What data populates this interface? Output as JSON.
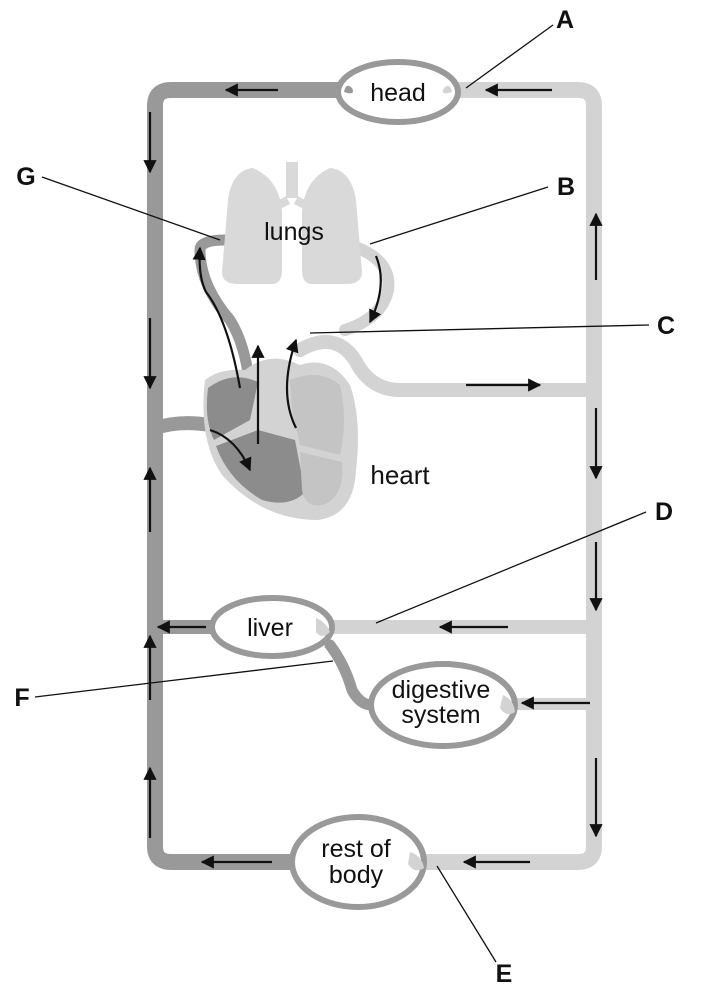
{
  "organs": {
    "head": "head",
    "lungs": "lungs",
    "heart": "heart",
    "liver": "liver",
    "digestive_line1": "digestive",
    "digestive_line2": "system",
    "rest_line1": "rest of",
    "rest_line2": "body"
  },
  "letters": {
    "A": "A",
    "B": "B",
    "C": "C",
    "D": "D",
    "E": "E",
    "F": "F",
    "G": "G"
  },
  "colors": {
    "oxygenated": "#d3d3d3",
    "deoxygenated": "#999999",
    "dark_chamber": "#8c8c8c",
    "light_chamber": "#c4c4c4",
    "arrow": "#111111",
    "leader_line": "#111111"
  }
}
